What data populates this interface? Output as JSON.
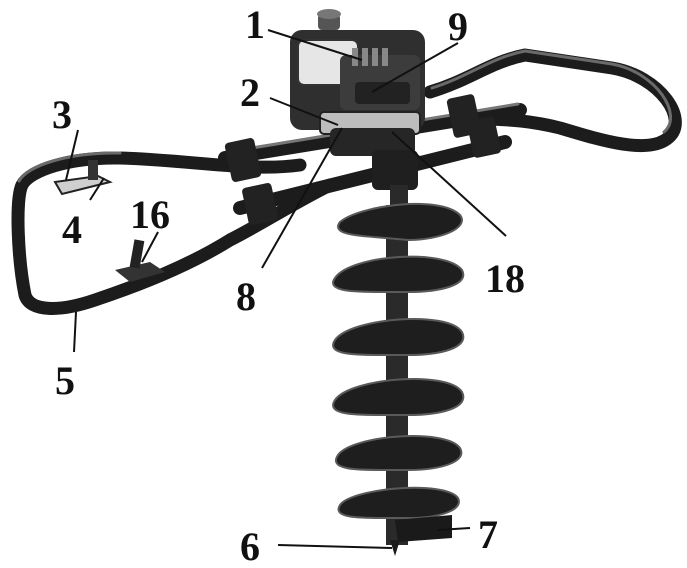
{
  "diagram": {
    "subject": "earth-auger-power-head-with-handle-frame",
    "colors": {
      "ink": "#111111",
      "metal": "#2a2a2a",
      "engine": "#3a3a3a",
      "highlight": "#bdbdbd",
      "background": "#ffffff"
    },
    "callouts": [
      {
        "id": "c1",
        "label": "1"
      },
      {
        "id": "c2",
        "label": "2"
      },
      {
        "id": "c3",
        "label": "3"
      },
      {
        "id": "c4",
        "label": "4"
      },
      {
        "id": "c5",
        "label": "5"
      },
      {
        "id": "c6",
        "label": "6"
      },
      {
        "id": "c7",
        "label": "7"
      },
      {
        "id": "c8",
        "label": "8"
      },
      {
        "id": "c9",
        "label": "9"
      },
      {
        "id": "c16",
        "label": "16"
      },
      {
        "id": "c18",
        "label": "18"
      }
    ]
  }
}
